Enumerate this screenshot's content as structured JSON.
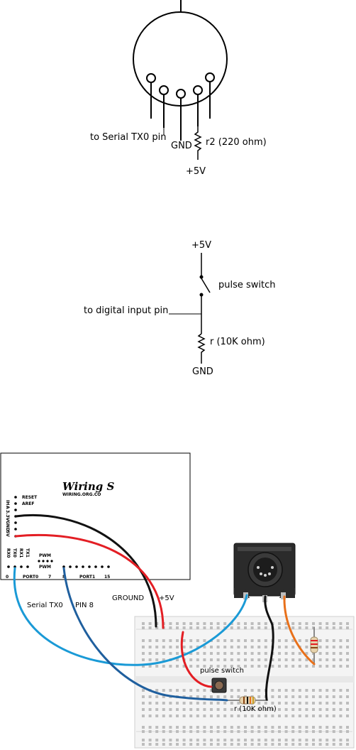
{
  "midi_schematic": {
    "labels": {
      "serial": "to Serial TX0 pin",
      "gnd": "GND",
      "resistor": "r2 (220 ohm)",
      "supply": "+5V"
    }
  },
  "switch_schematic": {
    "labels": {
      "supply": "+5V",
      "switch": "pulse switch",
      "input": "to digital input pin",
      "resistor": "r (10K ohm)",
      "gnd": "GND"
    }
  },
  "breadboard": {
    "board": {
      "logo": "Wiring S",
      "url": "WIRING.ORG.CO",
      "pins_top": [
        "RESET",
        "AREF"
      ],
      "pins_left": [
        "IH",
        "A",
        "3.3V",
        "GND",
        "5V"
      ],
      "port0": "PORT0",
      "port1": "PORT1",
      "pwm": "PWM",
      "pwm2": "PWM",
      "serial_pins": [
        "RX0",
        "TX0",
        "RX1",
        "TX1"
      ],
      "pin_numbers": [
        "0",
        "7",
        "8",
        "15"
      ]
    },
    "wire_labels": {
      "serial": "Serial TX0",
      "pin8": "PIN 8",
      "ground": "GROUND",
      "supply": "+5V"
    },
    "parts": {
      "switch": "pulse switch",
      "resistor": "r (10K ohm)"
    },
    "colors": {
      "wire_light_blue": "#1a9ad6",
      "wire_dark_blue": "#1f5f9e",
      "wire_red": "#e31e24",
      "wire_black": "#111111",
      "wire_orange": "#e8701a"
    }
  }
}
